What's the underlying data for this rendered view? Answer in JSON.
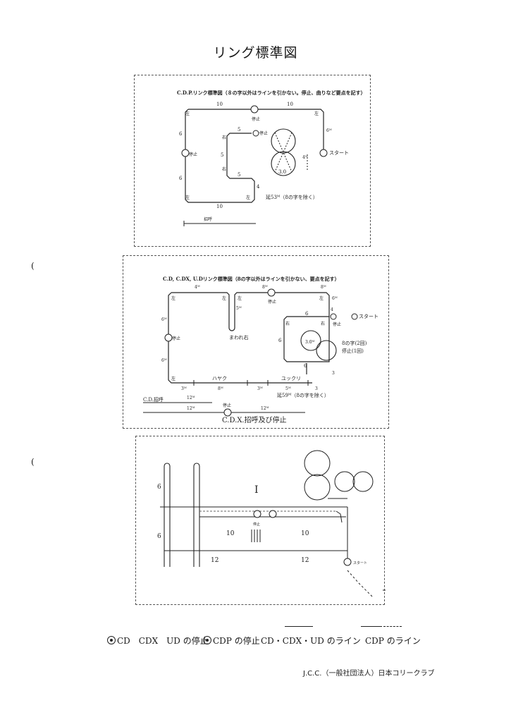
{
  "page": {
    "title": "リング標準図"
  },
  "panel1": {
    "heading": "C.D.P.リンク標準図（８の字以外はラインを引かない。停止、曲りなど要点を記す）",
    "labels": {
      "top_left": "10",
      "top_right": "10",
      "stop_top": "停止",
      "stop_left": "停止",
      "stop_small": "停止",
      "left_6a": "6",
      "left_6b": "6",
      "right_6": "6ᴹ",
      "inner_5_top": "5",
      "inner_5_left": "5",
      "inner_5_bottom": "5",
      "inner_4": "4",
      "fig8_4": "4ᴹ",
      "fig8_3": "3.0",
      "bottom_10": "10",
      "corner_l1": "左",
      "corner_l2": "左",
      "corner_l3": "左",
      "corner_l4": "左",
      "corner_r1": "右",
      "corner_r2": "右",
      "start": "スタート",
      "note": "延53ᴹ（8の字を除く）",
      "scale_label": "招呼"
    }
  },
  "panel2": {
    "heading": "C.D, C.DX, U.Dリンク標準図（8の字以外はラインを引かない、要点を記す）",
    "labels": {
      "top_4": "4ᴹ",
      "top_8a": "8ᴹ",
      "top_8b": "8ᴹ",
      "left_6a": "6ᴹ",
      "left_6b": "6ᴹ",
      "mid_5": "5ᴹ",
      "right_6": "6ᴹ",
      "stop_top": "停止",
      "stop_left": "停止",
      "stop_right": "停止",
      "mawareme": "まわれ右",
      "c_l1": "左",
      "c_l2": "左",
      "c_l3": "左",
      "c_l4": "左",
      "c_l5": "左",
      "c_r1": "右",
      "c_r2": "右",
      "inner_6_top": "6",
      "inner_6_left": "6",
      "inner_6_bottom": "6",
      "inner_4": "4",
      "inner_3": "3",
      "fig8_dia": "3.0ᴹ",
      "fig8_note_1": "8の字(2回)",
      "fig8_note_2": "停止(1回)",
      "start": "スタート",
      "bottom_3a": "3ᴹ",
      "bottom_8": "8ᴹ",
      "bottom_3b": "3ᴹ",
      "bottom_5": "5ᴹ",
      "bottom_3c": "3",
      "hayaku": "ハヤク",
      "yukkuri": "ユックリ",
      "note": "延59ᴹ（8の字を除く）",
      "cd_label": "C.D.招呼",
      "cd_12": "12ᴹ",
      "cdx_12a": "12ᴹ",
      "cdx_12b": "12ᴹ",
      "cdx_stop": "停止",
      "caption": "C.D.X.招呼及び停止"
    }
  },
  "panel3": {
    "labels": {
      "left_6a": "6",
      "left_6b": "6",
      "mid_10a": "10",
      "mid_10b": "10",
      "bot_12a": "12",
      "bot_12b": "12",
      "marker": "I",
      "start": "スタート",
      "stop": "停止"
    }
  },
  "legend": {
    "cd_stop": "CD　CDX　UD の停止",
    "cdp_stop": "CDP の停止",
    "cd_line": "CD・CDX・UD のライン",
    "cdp_line": "CDP のライン"
  },
  "footer": {
    "text": "J.C.C.（一般社団法人）日本コリークラブ"
  },
  "side_marks": {
    "mark1": "(",
    "mark2": "("
  }
}
